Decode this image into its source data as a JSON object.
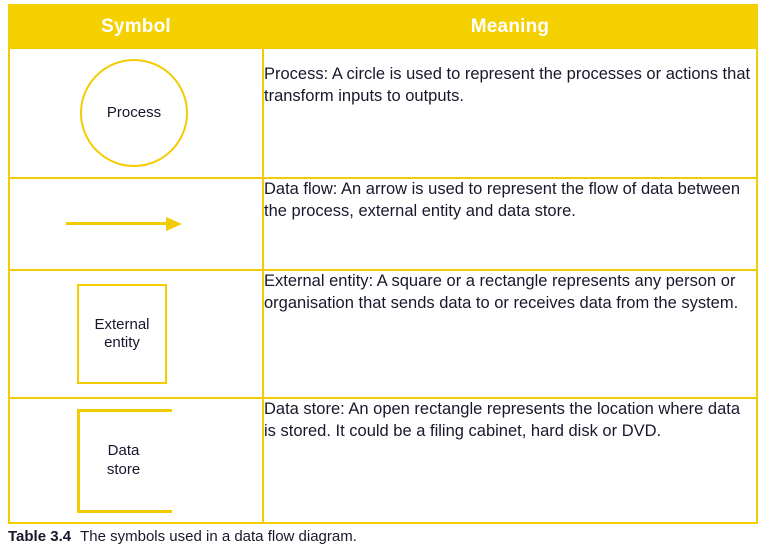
{
  "table": {
    "headers": {
      "symbol": "Symbol",
      "meaning": "Meaning"
    },
    "rows": [
      {
        "shape": "circle",
        "shape_label_line1": "Process",
        "shape_label_line2": "",
        "meaning": "Process: A circle is used to represent the processes or actions that transform inputs to outputs."
      },
      {
        "shape": "arrow",
        "shape_label_line1": "",
        "shape_label_line2": "",
        "meaning": "Data flow: An arrow is used to represent the flow of data between the process, external entity and data store."
      },
      {
        "shape": "rectangle",
        "shape_label_line1": "External",
        "shape_label_line2": "entity",
        "meaning": "External entity: A square or a rectangle represents any person or organisation that sends data to or receives data from the system."
      },
      {
        "shape": "open-rectangle",
        "shape_label_line1": "Data",
        "shape_label_line2": "store",
        "meaning": "Data store: An open rectangle represents the location where data is stored. It could be a filing cabinet, hard disk or DVD."
      }
    ]
  },
  "caption": {
    "label": "Table 3.4",
    "text": "The symbols used in a data flow diagram."
  },
  "colors": {
    "header_background": "#F5D000",
    "border": "#F2CC00",
    "header_text": "#FFFFFF",
    "body_text": "#18182C",
    "page_background": "#FFFFFF"
  }
}
